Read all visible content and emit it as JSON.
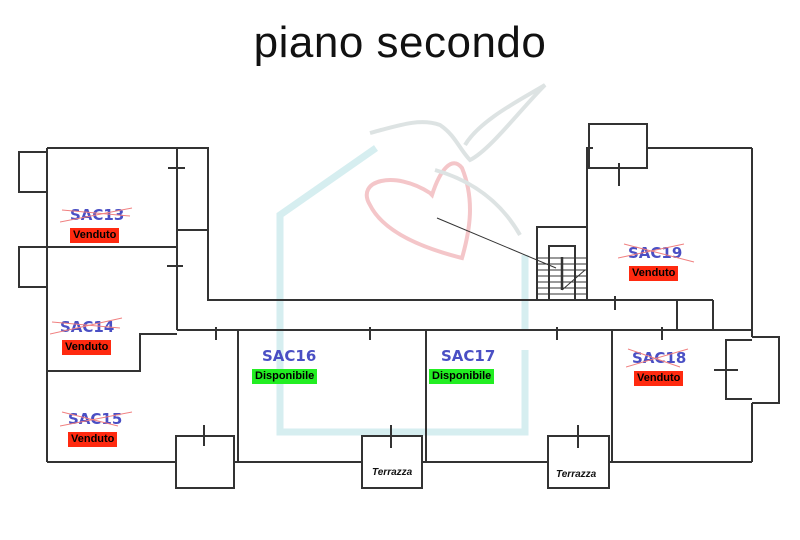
{
  "title": "piano secondo",
  "colors": {
    "wall": "#333333",
    "unit_code": "#4a4fc4",
    "sold_badge": "#ff2a10",
    "available_badge": "#22ee22",
    "strike": "#f08080",
    "watermark_house": "#d6eef0",
    "watermark_heart": "#f4c6c9",
    "watermark_bird": "#dde3e3"
  },
  "units": [
    {
      "code": "SAC13",
      "status": "Venduto",
      "sold": true
    },
    {
      "code": "SAC14",
      "status": "Venduto",
      "sold": true
    },
    {
      "code": "SAC15",
      "status": "Venduto",
      "sold": true
    },
    {
      "code": "SAC16",
      "status": "Disponibile",
      "sold": false
    },
    {
      "code": "SAC17",
      "status": "Disponibile",
      "sold": false
    },
    {
      "code": "SAC18",
      "status": "Venduto",
      "sold": true
    },
    {
      "code": "SAC19",
      "status": "Venduto",
      "sold": true
    }
  ],
  "terraces": [
    {
      "label": "Terrazza"
    },
    {
      "label": "Terrazza"
    }
  ]
}
